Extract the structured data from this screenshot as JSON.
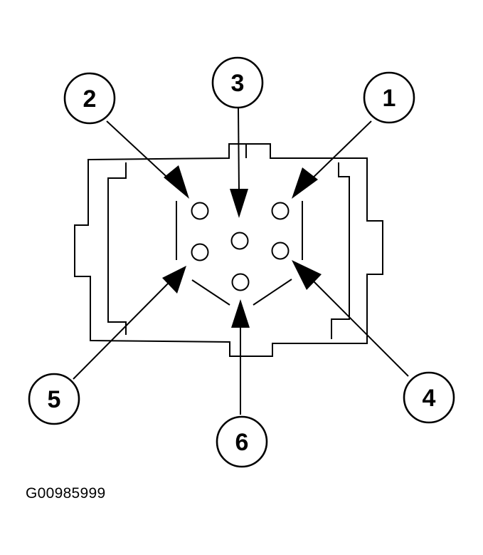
{
  "callouts": [
    {
      "id": "callout-1",
      "label": "1"
    },
    {
      "id": "callout-2",
      "label": "2"
    },
    {
      "id": "callout-3",
      "label": "3"
    },
    {
      "id": "callout-4",
      "label": "4"
    },
    {
      "id": "callout-5",
      "label": "5"
    },
    {
      "id": "callout-6",
      "label": "6"
    }
  ],
  "connector": {
    "pin_count": 6
  },
  "figure_id": "G00985999",
  "colors": {
    "line": "#000000",
    "background": "#ffffff"
  }
}
